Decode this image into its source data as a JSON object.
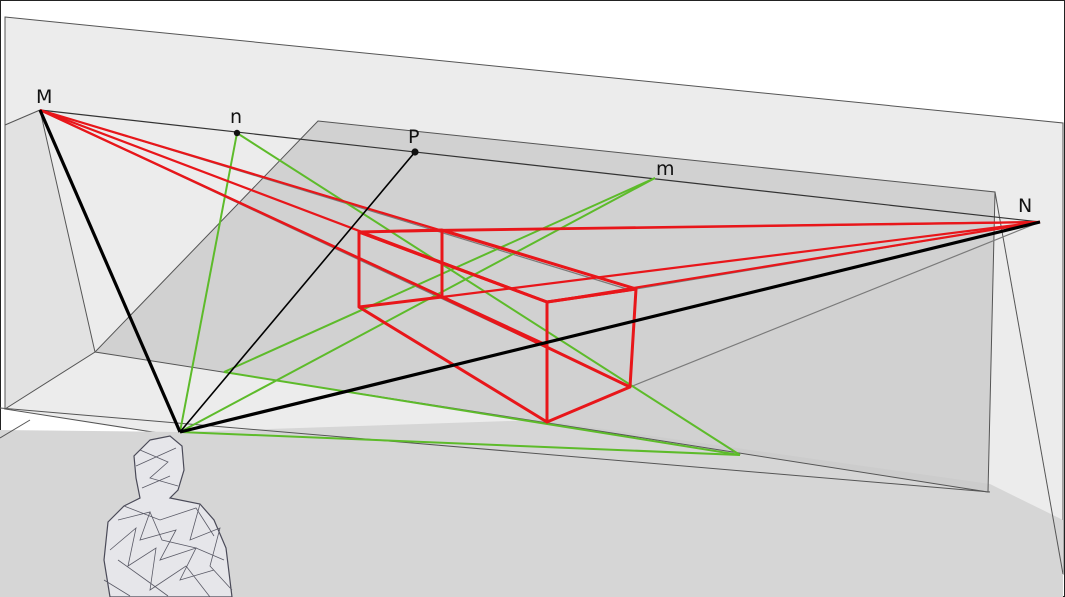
{
  "labels": {
    "M": "M",
    "n": "n",
    "P": "P",
    "m": "m",
    "N": "N"
  },
  "colors": {
    "background": "#ffffff",
    "picture_plane": "#ececec",
    "ground_plane": "#d4d4d4",
    "inner_ground": "#c4c4c4",
    "edge": "#555555",
    "construction_red": "#e8161a",
    "construction_green": "#5dbb2a",
    "horizon_line": "#000000",
    "sight_lines": "#888888",
    "figure_mesh": "#5a5a66"
  },
  "icons": {
    "observer": "wireframe-human-figure-icon"
  }
}
